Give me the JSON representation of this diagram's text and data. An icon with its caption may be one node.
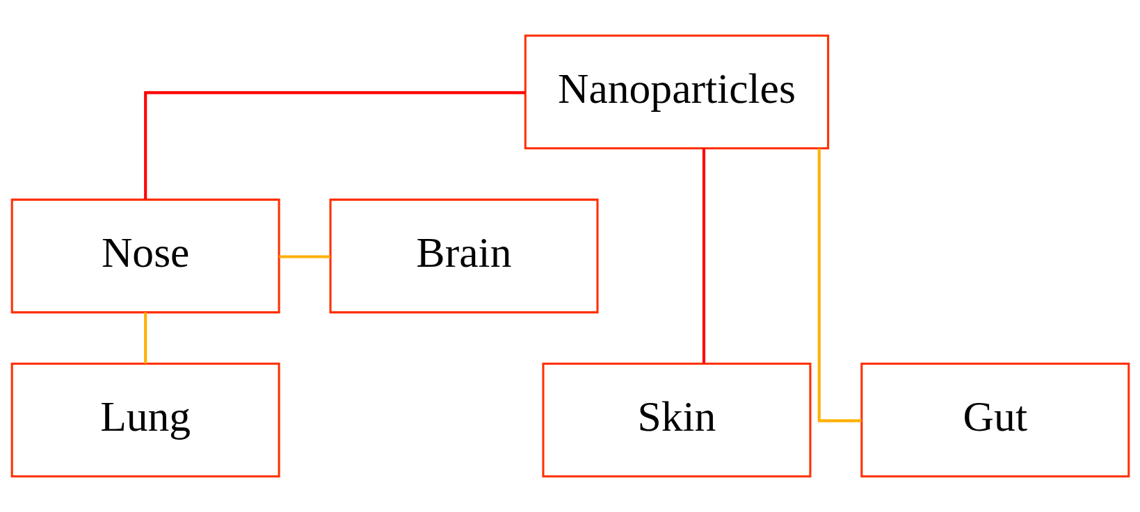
{
  "diagram": {
    "nodes": [
      {
        "text": [
          "Nanoparticles"
        ]
      },
      {
        "text": [
          "Brain"
        ]
      },
      {
        "text": [
          "Nose"
        ]
      },
      {
        "text": [
          "Lung"
        ]
      },
      {
        "text": [
          "Skin"
        ]
      },
      {
        "text": [
          "Gut"
        ]
      }
    ],
    "edges": [
      {
        "from": 0,
        "to": 2,
        "arrow": "none",
        "color": "#ff0000"
      },
      {
        "from": 0,
        "to": 4,
        "arrow": "none",
        "color": "#ff0000"
      },
      {
        "from": 0,
        "to": 5,
        "arrow": "none"
      },
      {
        "from": 2,
        "to": 1,
        "arrow": "none"
      },
      {
        "from": 2,
        "to": 3,
        "arrow": "none"
      }
    ]
  }
}
